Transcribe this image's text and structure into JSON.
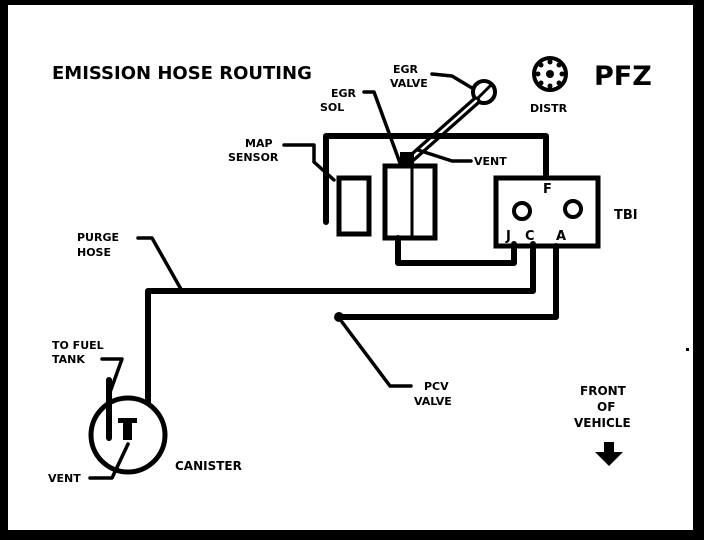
{
  "title": "EMISSION HOSE ROUTING",
  "engine_code": "PFZ",
  "labels": {
    "egr_valve_1": "EGR",
    "egr_valve_2": "VALVE",
    "egr_sol_1": "EGR",
    "egr_sol_2": "SOL",
    "distr": "DISTR",
    "map_sensor_1": "MAP",
    "map_sensor_2": "SENSOR",
    "vent_top": "VENT",
    "tbi": "TBI",
    "port_f": "F",
    "port_j": "J",
    "port_c": "C",
    "port_a": "A",
    "purge_hose_1": "PURGE",
    "purge_hose_2": "HOSE",
    "to_fuel_tank_1": "TO FUEL",
    "to_fuel_tank_2": "TANK",
    "pcv_valve_1": "PCV",
    "pcv_valve_2": "VALVE",
    "front_of_vehicle_1": "FRONT",
    "front_of_vehicle_2": "OF",
    "front_of_vehicle_3": "VEHICLE",
    "vent_bottom": "VENT",
    "canister": "CANISTER"
  },
  "icons": {
    "distributor": "distributor-cap-icon",
    "front_arrow": "down-arrow-icon"
  },
  "colors": {
    "ink": "#000000",
    "paper": "#ffffff"
  }
}
